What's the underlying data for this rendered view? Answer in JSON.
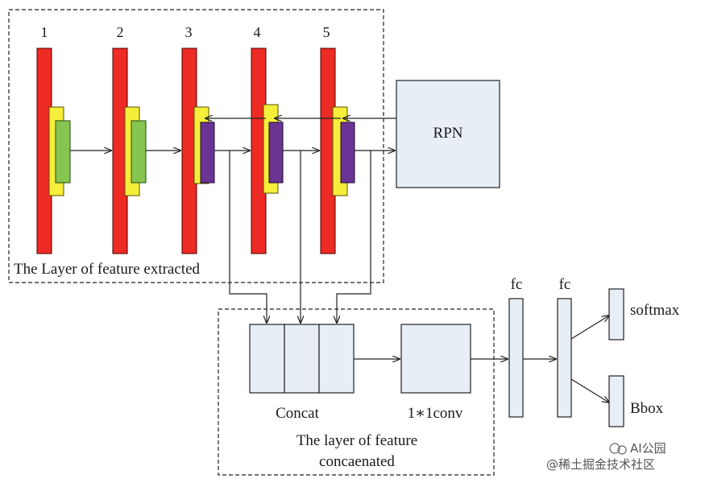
{
  "layers": [
    "1",
    "2",
    "3",
    "4",
    "5"
  ],
  "labels": {
    "feature_extracted": "The Layer of feature extracted",
    "rpn": "RPN",
    "concat": "Concat",
    "conv": "1∗1conv",
    "feature_concat_line1": "The layer of feature",
    "feature_concat_line2": "concaenated",
    "fc1": "fc",
    "fc2": "fc",
    "softmax": "softmax",
    "bbox": "Bbox"
  },
  "watermark": "@稀土掘金技术社区",
  "watermark_logo": "AI公园",
  "colors": {
    "layer_bar": "#ee2a24",
    "inner_block": "#f5ee3a",
    "green_block": "#86c550",
    "purple_block": "#6a3494",
    "box_fill": "#e8eef5"
  }
}
